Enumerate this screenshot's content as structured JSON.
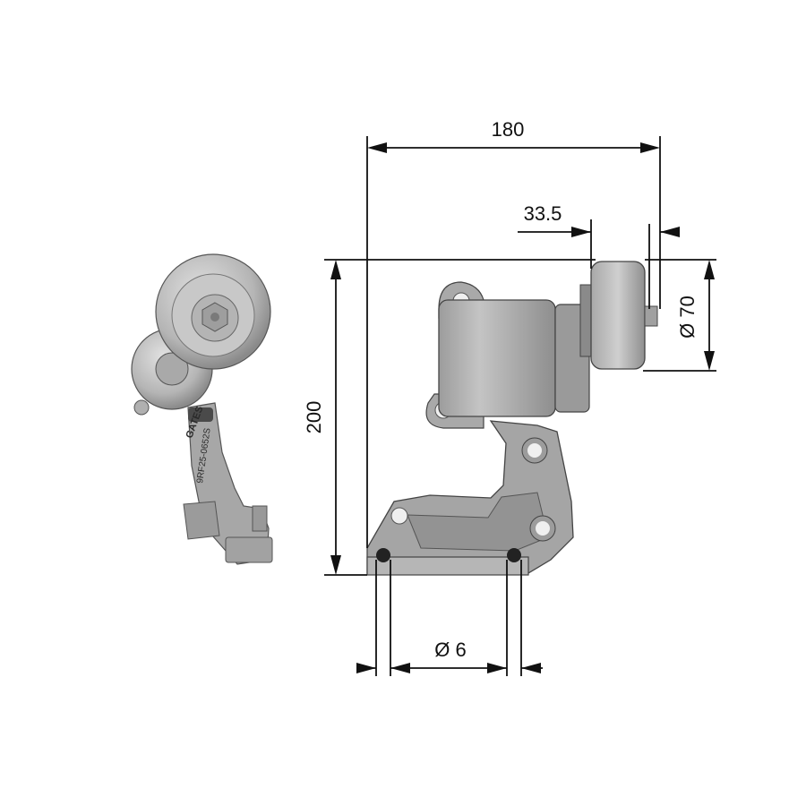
{
  "dimensions": {
    "width": "180",
    "offset": "33.5",
    "height": "200",
    "pulley_diameter": "Ø 70",
    "hole_diameter": "Ø 6"
  },
  "part_markings": {
    "brand": "GATES",
    "part_code": "9RF25-0652S"
  },
  "colors": {
    "metal_light": "#bdbdbd",
    "metal_mid": "#9a9a9a",
    "metal_dark": "#6e6e6e",
    "line": "#111111"
  }
}
